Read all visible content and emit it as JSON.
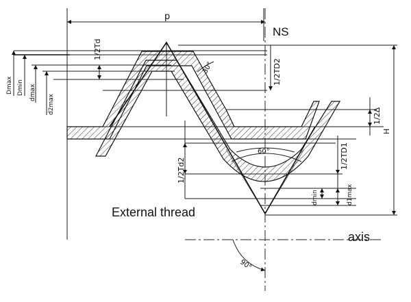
{
  "labels": {
    "pitch": "p",
    "standard": "NS",
    "half_tol_d": "1/2Td",
    "half_tol_D2": "1/2TD2",
    "angle_30": "30°",
    "half_delta": "1/2Δ",
    "height": "H",
    "angle_60": "60°",
    "half_tol_D1": "1/2TD1",
    "half_tol_d2": "1/2Td2",
    "d_min": "dmin",
    "d1_max": "d1max",
    "D_max": "Dmax",
    "D_min": "Dmin",
    "d_max": "dmax",
    "d2_max": "d2max",
    "external_thread": "External thread",
    "axis": "axis",
    "angle_90": "90°"
  }
}
